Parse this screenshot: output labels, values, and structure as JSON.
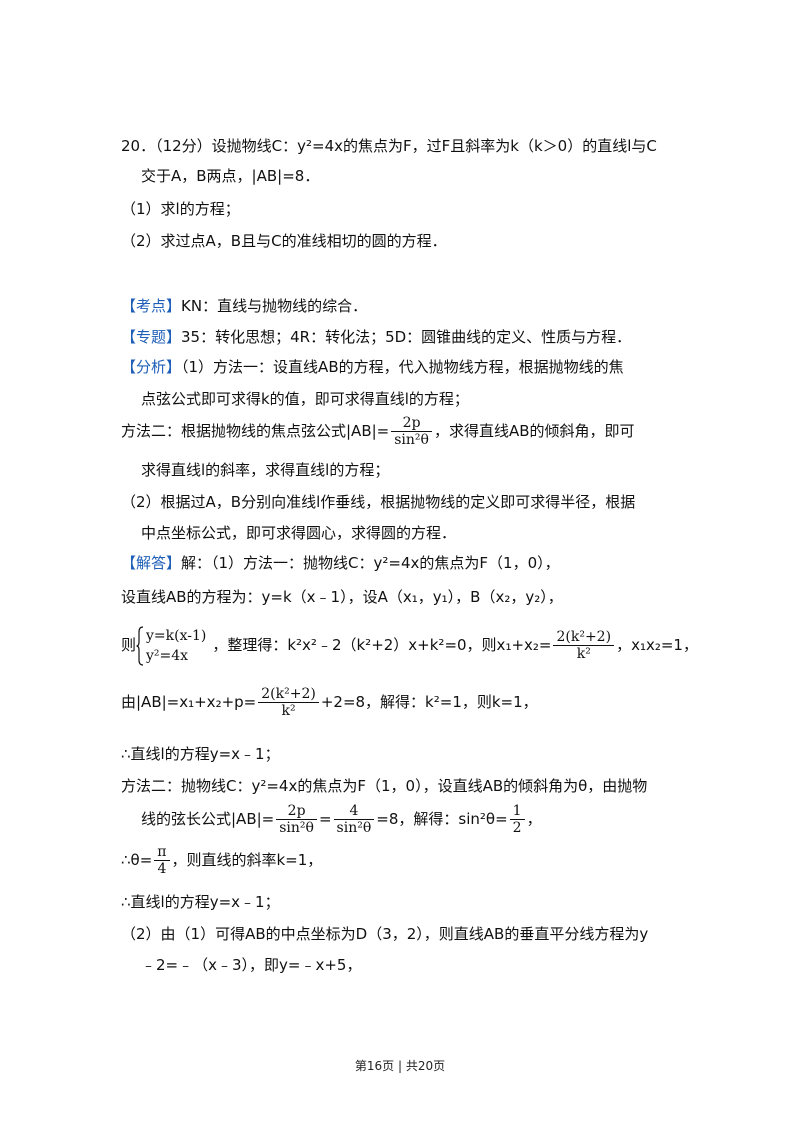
{
  "problem": {
    "l1": "20．（12分）设抛物线C：y²=4x的焦点为F，过F且斜率为k（k＞0）的直线l与C",
    "l2": "交于A，B两点，|AB|=8．",
    "l3": "（1）求l的方程；",
    "l4": "（2）求过点A，B且与C的准线相切的圆的方程．"
  },
  "kaodian": {
    "tag": "【考点】",
    "text": "KN：直线与抛物线的综合．"
  },
  "zhuanti": {
    "tag": "【专题】",
    "text": "35：转化思想；4R：转化法；5D：圆锥曲线的定义、性质与方程．"
  },
  "fenxi": {
    "tag": "【分析】",
    "l1": "（1）方法一：设直线AB的方程，代入抛物线方程，根据抛物线的焦",
    "l2": "点弦公式即可求得k的值，即可求得直线l的方程；",
    "l3a": "方法二：根据抛物线的焦点弦公式|AB|=",
    "l3_num": "2p",
    "l3_den": "sin²θ",
    "l3b": "，求得直线AB的倾斜角，即可",
    "l4": "求得直线l的斜率，求得直线l的方程；",
    "l5": "（2）根据过A，B分别向准线l作垂线，根据抛物线的定义即可求得半径，根据",
    "l6": "中点坐标公式，即可求得圆心，求得圆的方程．"
  },
  "jieda": {
    "tag": "【解答】",
    "l1": "解：（1）方法一：抛物线C：y²=4x的焦点为F（1，0），",
    "l2": "设直线AB的方程为：y=k（x﹣1），设A（x₁，y₁），B（x₂，y₂），",
    "l3_pre": "则",
    "sys_row1": "y=k(x-1)",
    "sys_row2": "y²=4x",
    "l3_mid": "，整理得：k²x²﹣2（k²+2）x+k²=0，则x₁+x₂=",
    "l3_num": "2(k²+2)",
    "l3_den": "k²",
    "l3_post": "，x₁x₂=1，",
    "l4_pre": "由|AB|=x₁+x₂+p=",
    "l4_num": "2(k²+2)",
    "l4_den": "k²",
    "l4_post": "+2=8，解得：k²=1，则k=1，",
    "l5": "∴直线l的方程y=x﹣1；",
    "l6": "方法二：抛物线C：y²=4x的焦点为F（1，0），设直线AB的倾斜角为θ，由抛物",
    "l7_pre": "线的弦长公式|AB|=",
    "l7_num1": "2p",
    "l7_den1": "sin²θ",
    "l7_eq": "=",
    "l7_num2": "4",
    "l7_den2": "sin²θ",
    "l7_mid": "=8，解得：sin²θ=",
    "l7_num3": "1",
    "l7_den3": "2",
    "l7_post": "，",
    "l8_pre": "∴θ=",
    "l8_num": "π",
    "l8_den": "4",
    "l8_post": "，则直线的斜率k=1，",
    "l9": "∴直线l的方程y=x﹣1；",
    "l10": "（2）由（1）可得AB的中点坐标为D（3，2），则直线AB的垂直平分线方程为y",
    "l11": "﹣2=﹣（x﹣3），即y=﹣x+5，"
  },
  "footer": "第16页 | 共20页"
}
